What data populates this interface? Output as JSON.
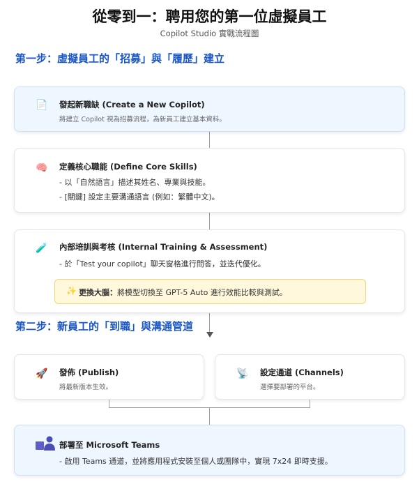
{
  "header": {
    "title": "從零到一：聘用您的第一位虛擬員工",
    "subtitle": "Copilot Studio 實戰流程圖"
  },
  "step1": {
    "heading": "第一步：虛擬員工的「招募」與「履歷」建立",
    "cards": [
      {
        "icon": "document-icon",
        "glyph": "📄",
        "title": "發起新職缺 (Create a New Copilot)",
        "desc": "將建立 Copilot 視為招募流程，為新員工建立基本資料。"
      },
      {
        "icon": "brain-icon",
        "glyph": "🧠",
        "title": "定義核心職能 (Define Core Skills)",
        "lines": [
          "- 以「自然語言」描述其姓名、專業與技能。",
          "- [關鍵] 設定主要溝通語言 (例如：繁體中文)。"
        ]
      },
      {
        "icon": "test-tube-icon",
        "glyph": "🧪",
        "title": "內部培訓與考核 (Internal Training & Assessment)",
        "lines": [
          "- 於「Test your copilot」聊天窗格進行問答，並迭代優化。"
        ],
        "tip": {
          "icon": "sparkle-icon",
          "glyph": "✨",
          "label": "更換大腦：",
          "text": "將模型切換至 GPT-5 Auto 進行效能比較與測試。"
        }
      }
    ]
  },
  "step2": {
    "heading": "第二步：新員工的「到職」與溝通管道",
    "publish": {
      "icon": "rocket-icon",
      "glyph": "🚀",
      "title": "發佈 (Publish)",
      "desc": "將最新版本生效。"
    },
    "channels": {
      "icon": "satellite-icon",
      "glyph": "📡",
      "title": "設定通道 (Channels)",
      "desc": "選擇要部署的平台。"
    },
    "deploy": {
      "icon": "teams-icon",
      "title": "部署至 Microsoft Teams",
      "lines": [
        "- 啟用 Teams 通道，並將應用程式安裝至個人或團隊中，實現 7x24 即時支援。"
      ]
    }
  },
  "colors": {
    "accent": "#1a56c9",
    "card_blue_bg": "#eef6ff",
    "tip_bg": "#fff8dc",
    "teams_purple": "#5b5fc7"
  }
}
